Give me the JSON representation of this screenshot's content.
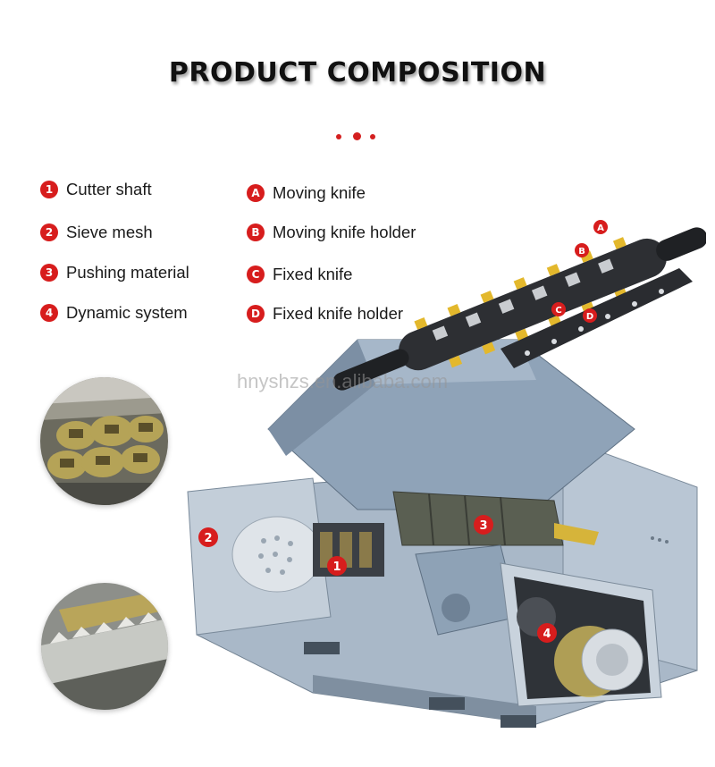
{
  "title": "PRODUCT COMPOSITION",
  "watermark": "hnyshzs.en.alibaba.com",
  "legend_left": [
    {
      "marker": "1",
      "label": "Cutter shaft"
    },
    {
      "marker": "2",
      "label": "Sieve mesh"
    },
    {
      "marker": "3",
      "label": "Pushing material"
    },
    {
      "marker": "4",
      "label": "Dynamic system"
    }
  ],
  "legend_right": [
    {
      "marker": "A",
      "label": "Moving knife"
    },
    {
      "marker": "B",
      "label": "Moving knife holder"
    },
    {
      "marker": "C",
      "label": "Fixed knife"
    },
    {
      "marker": "D",
      "label": "Fixed knife holder"
    }
  ],
  "callouts": {
    "n1": "1",
    "n2": "2",
    "n3": "3",
    "n4": "4",
    "a": "A",
    "b": "B",
    "c": "C",
    "d": "D"
  },
  "colors": {
    "accent": "#d71d1d",
    "machine_body": "#a9b8c8",
    "hopper": "#8fa3b8"
  },
  "icons": [
    "decorative-dots-icon"
  ]
}
